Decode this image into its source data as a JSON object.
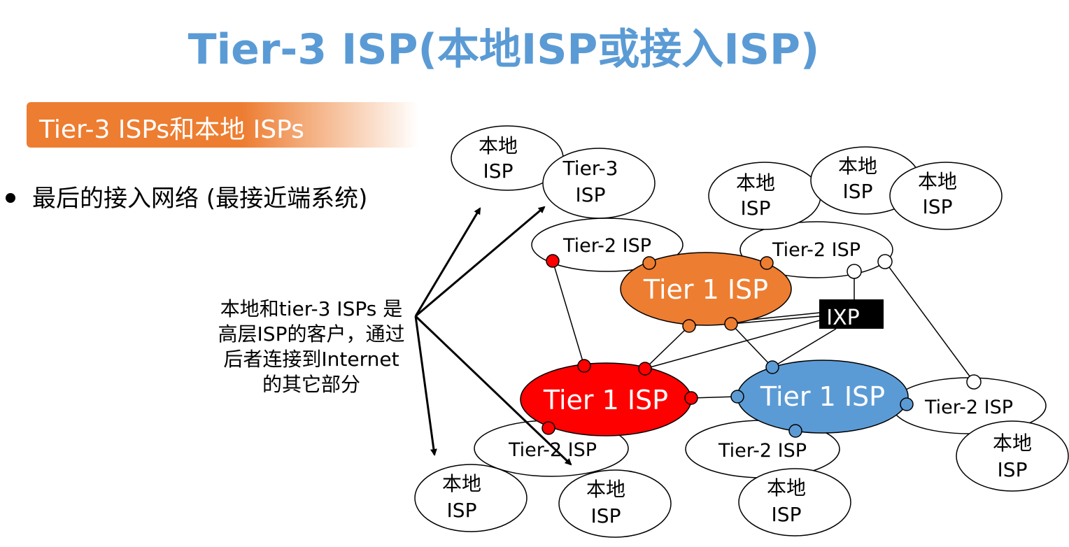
{
  "title": "Tier-3 ISP(本地ISP或接入ISP)",
  "banner": "Tier-3 ISPs和本地 ISPs",
  "bullet": "最后的接入网络 (最接近端系统)",
  "annotation": [
    "本地和tier-3 ISPs 是",
    "高层ISP的客户，通过",
    "后者连接到Internet",
    "的其它部分"
  ],
  "labels": {
    "local_line1": "本地",
    "local_line2": "ISP",
    "tier3_line1": "Tier-3",
    "tier3_line2": "ISP",
    "tier2": "Tier-2 ISP",
    "tier1": "Tier 1 ISP",
    "ixp": "IXP"
  },
  "colors": {
    "title": "#5b9bd5",
    "banner": "#ed7d31",
    "tier1_orange": "#ed7d31",
    "tier1_red": "#ff0000",
    "tier1_blue": "#5b9bd5",
    "ixp": "#000000"
  }
}
